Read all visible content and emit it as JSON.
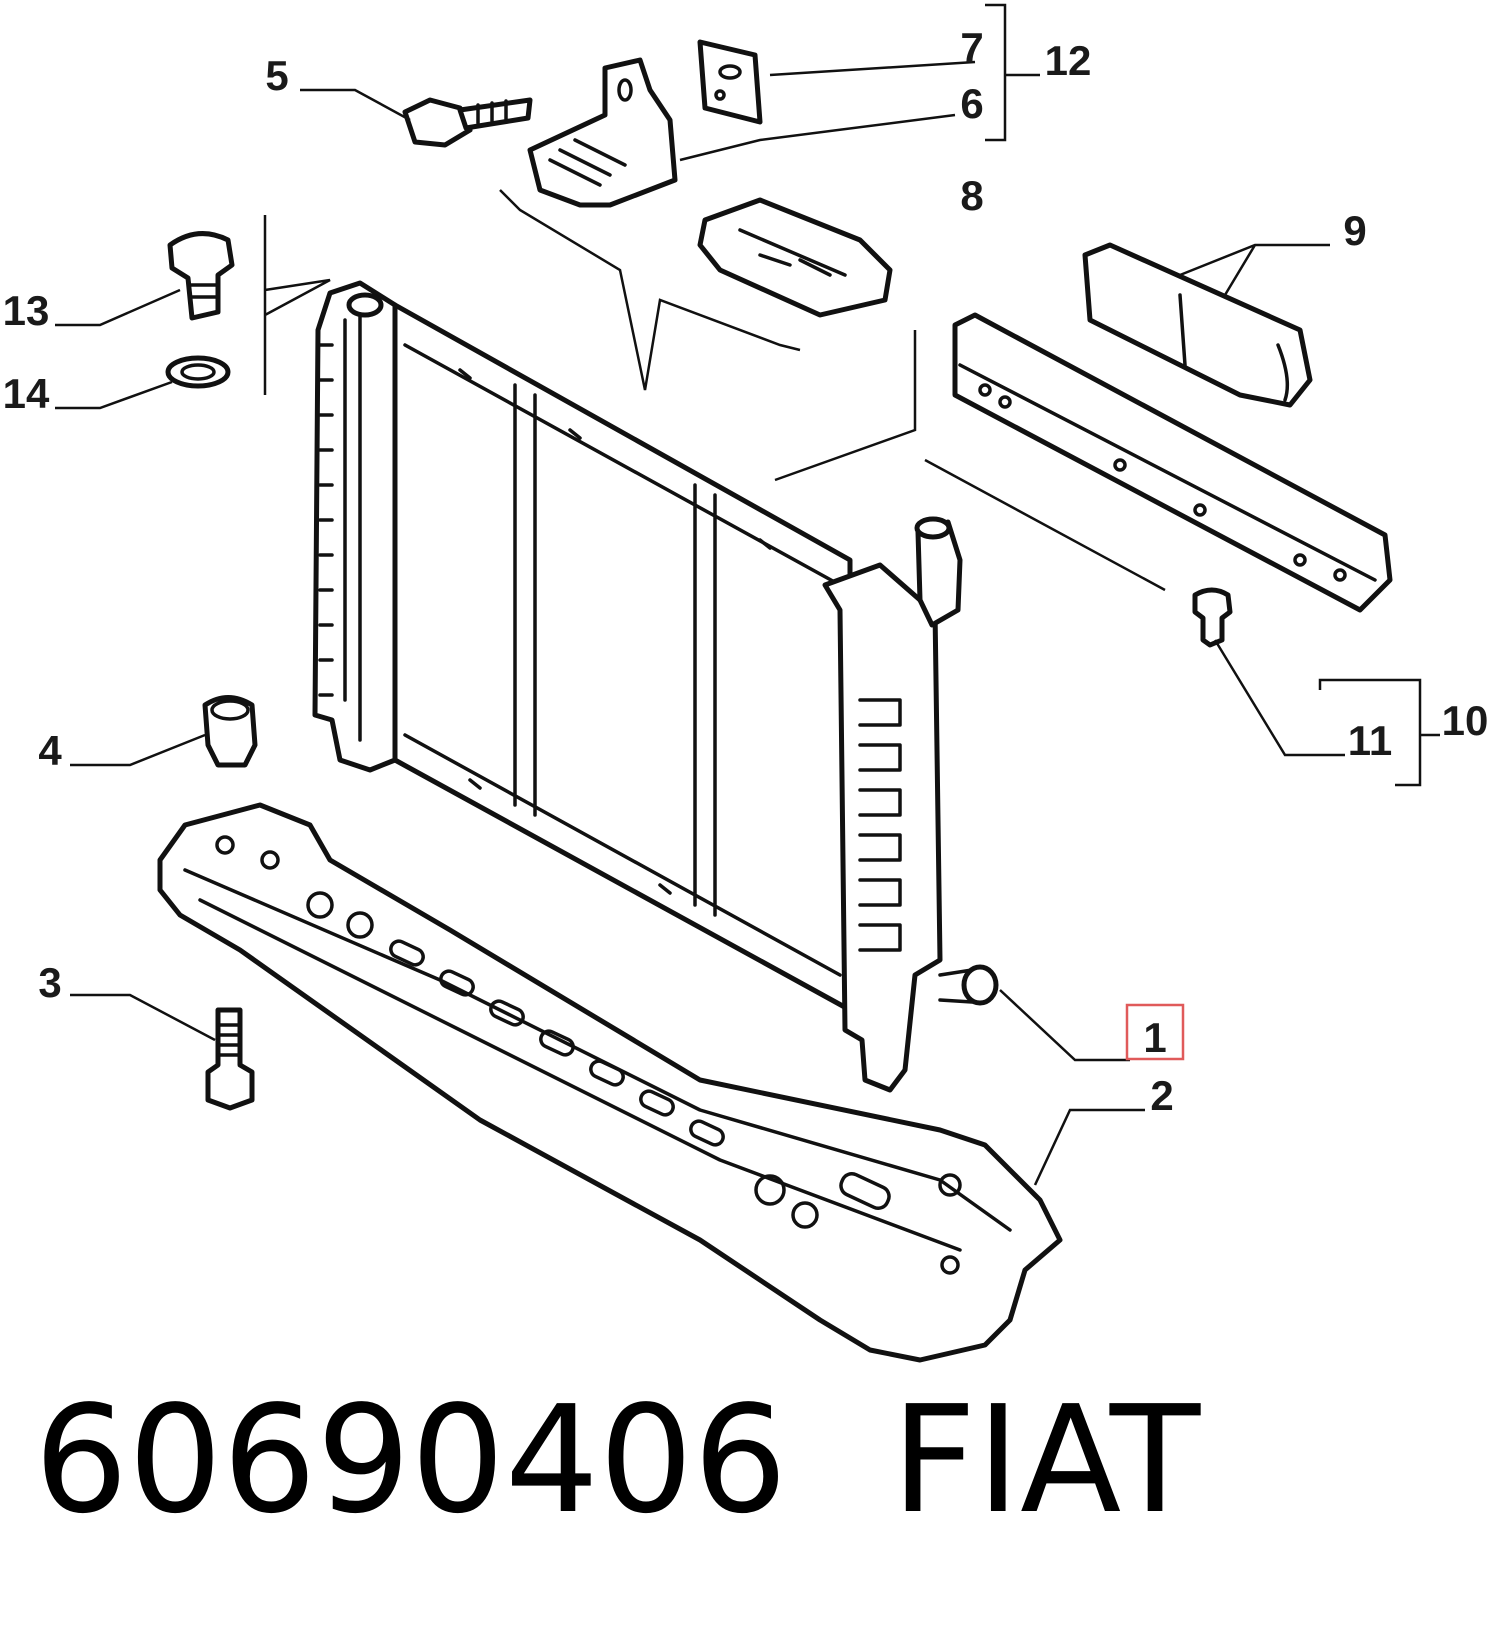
{
  "callouts": {
    "c1": "1",
    "c2": "2",
    "c3": "3",
    "c4": "4",
    "c5": "5",
    "c6": "6",
    "c7": "7",
    "c8": "8",
    "c9": "9",
    "c10": "10",
    "c11": "11",
    "c12": "12",
    "c13": "13",
    "c14": "14"
  },
  "highlighted_callout": "1",
  "caption": {
    "part_number": "60690406",
    "brand": "FIAT"
  },
  "colors": {
    "line": "#111111",
    "highlight_box": "#e05a5a",
    "background": "#ffffff"
  }
}
